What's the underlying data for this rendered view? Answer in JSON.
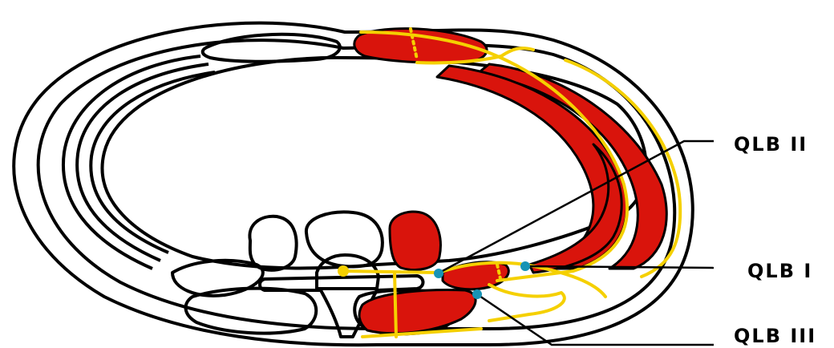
{
  "labels": {
    "qlb2": "QLB II",
    "qlb1": "QLB I",
    "qlb3": "QLB III"
  },
  "colors": {
    "muscle": "#d9140c",
    "nerve": "#f5d000",
    "injection": "#1793b5",
    "outline": "#000000",
    "background": "#ffffff"
  }
}
